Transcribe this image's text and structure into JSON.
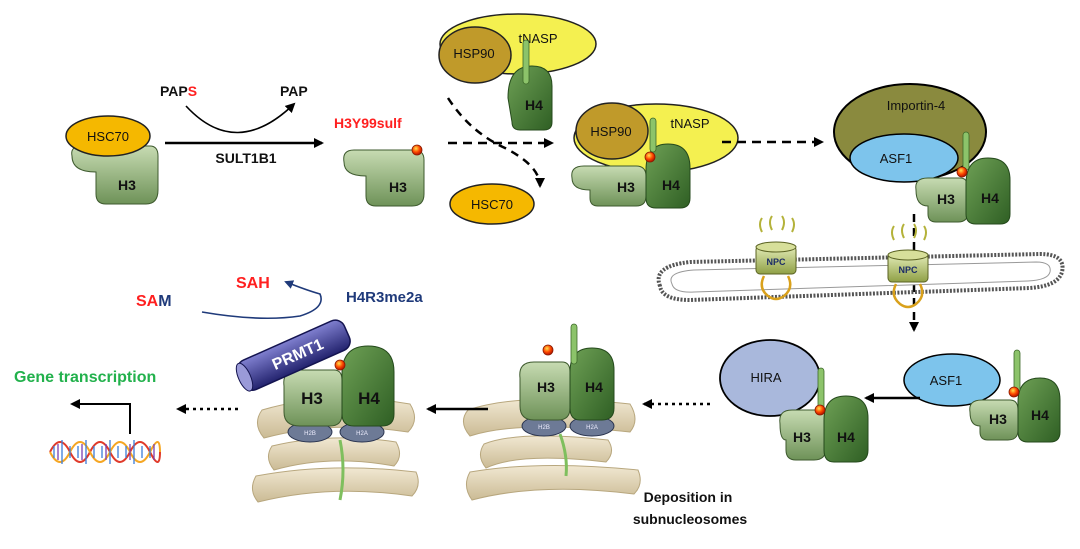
{
  "colors": {
    "hsc70": "#f5b800",
    "hsp90": "#c09a2a",
    "tnasp": "#f4f050",
    "importin": "#8a8a3e",
    "asf1": "#7dc4ec",
    "hira": "#a9b8dc",
    "h3": "#9fbf8a",
    "h4": "#4f8a3a",
    "red_label": "#ff2020",
    "navy_label": "#1f3a7a",
    "green_label": "#22b14c",
    "sulf_dot": "#ff3b00",
    "dna": "#e8dcc0",
    "prmt1": "#3d3d9e"
  },
  "labels": {
    "paps_prefix": "PAP",
    "paps_suffix": "S",
    "pap": "PAP",
    "sult1b1": "SULT1B1",
    "h3y99sulf": "H3Y99sulf",
    "hsc70": "HSC70",
    "hsp90": "HSP90",
    "tnasp": "tNASP",
    "importin4": "Importin-4",
    "asf1": "ASF1",
    "hira": "HIRA",
    "h3": "H3",
    "h4": "H4",
    "npc": "NPC",
    "prmt1": "PRMT1",
    "sam_prefix": "SA",
    "sam_suffix": "M",
    "sah": "SAH",
    "h4r3me2a": "H4R3me2a",
    "gene_transcription": "Gene transcription",
    "deposition_line1": "Deposition in",
    "deposition_line2": "subnucleosomes",
    "h2a": "H2A",
    "h2b": "H2B"
  }
}
